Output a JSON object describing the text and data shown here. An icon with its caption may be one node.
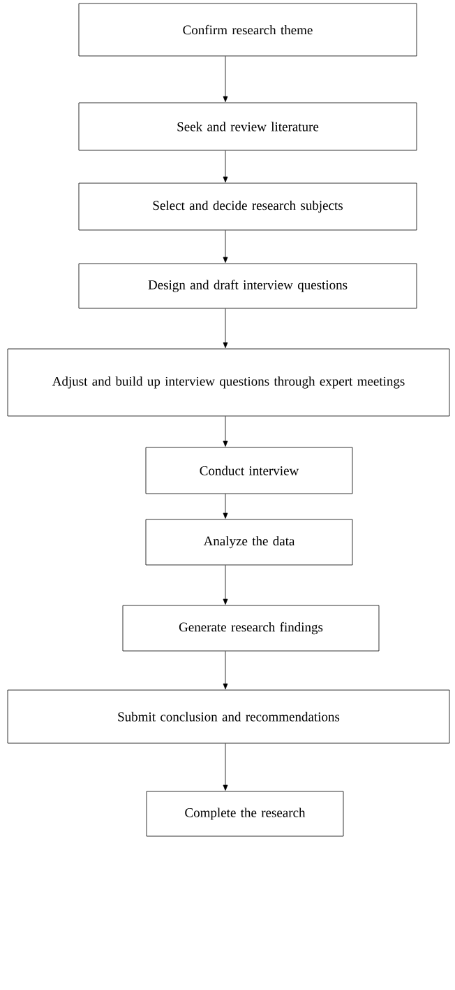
{
  "diagram": {
    "nodes": [
      {
        "text": [
          "Confirm research theme"
        ]
      },
      {
        "text": [
          "Seek and review literature"
        ]
      },
      {
        "text": [
          "Select and decide research subjects"
        ]
      },
      {
        "text": [
          "Design and draft interview questions"
        ]
      },
      {
        "text": [
          "Adjust and build up interview questions through expert meetings"
        ]
      },
      {
        "text": [
          "Conduct interview"
        ]
      },
      {
        "text": [
          "Analyze the data"
        ]
      },
      {
        "text": [
          "Generate research findings"
        ]
      },
      {
        "text": [
          "Submit conclusion and recommendations"
        ]
      },
      {
        "text": [
          "Complete the research"
        ]
      }
    ],
    "edges": [
      {
        "from": 0,
        "to": 1,
        "arrow": "to"
      },
      {
        "from": 1,
        "to": 2,
        "arrow": "to"
      },
      {
        "from": 2,
        "to": 3,
        "arrow": "to"
      },
      {
        "from": 3,
        "to": 4,
        "arrow": "to"
      },
      {
        "from": 4,
        "to": 5,
        "arrow": "to"
      },
      {
        "from": 5,
        "to": 6,
        "arrow": "to"
      },
      {
        "from": 6,
        "to": 7,
        "arrow": "to"
      },
      {
        "from": 7,
        "to": 8,
        "arrow": "to"
      },
      {
        "from": 8,
        "to": 9,
        "arrow": "to"
      }
    ]
  }
}
